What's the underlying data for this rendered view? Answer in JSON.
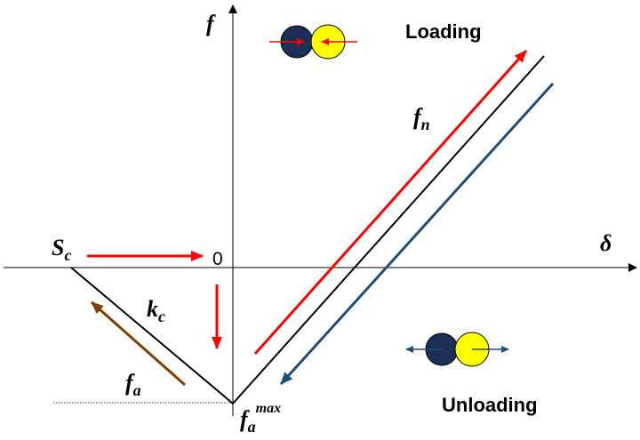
{
  "axes": {
    "vertical_label": "f",
    "horizontal_label": "δ",
    "origin_label": "0"
  },
  "symbols": {
    "sc_main": "S",
    "sc_sub": "c",
    "kc_main": "k",
    "kc_sub": "c",
    "fa_main": "f",
    "fa_sub": "a",
    "famax_main": "f",
    "famax_sub": "a",
    "famax_sup": "max",
    "fn_main": "f",
    "fn_sub": "n"
  },
  "labels": {
    "loading": "Loading",
    "unloading": "Unloading"
  },
  "colors": {
    "particle_dark": "#1b2f57",
    "particle_light": "#ffff00",
    "loading_arrow": "#ff0000",
    "unloading_arrow": "#1f4e79",
    "adhesion_arrow": "#7f3f00",
    "curve": "#000000"
  }
}
